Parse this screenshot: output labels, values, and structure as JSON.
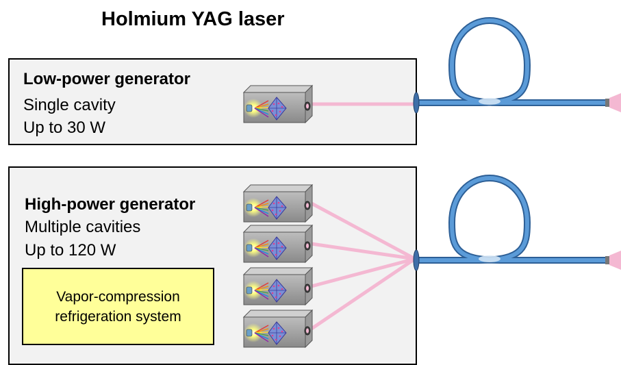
{
  "title": "Holmium YAG laser",
  "low_power": {
    "title": "Low-power generator",
    "lines": [
      "Single cavity",
      "Up to 30 W"
    ]
  },
  "high_power": {
    "title": "High-power generator",
    "lines": [
      "Multiple cavities",
      "Up to 120 W"
    ],
    "refrigeration": [
      "Vapor-compression",
      "refrigeration system"
    ]
  },
  "colors": {
    "beam": "#f4b8d2",
    "fiber": "#4a86c8",
    "fiber_outline": "#2d5f96",
    "box_fill": "#f2f2f2",
    "refrigeration_fill": "#ffff99"
  }
}
